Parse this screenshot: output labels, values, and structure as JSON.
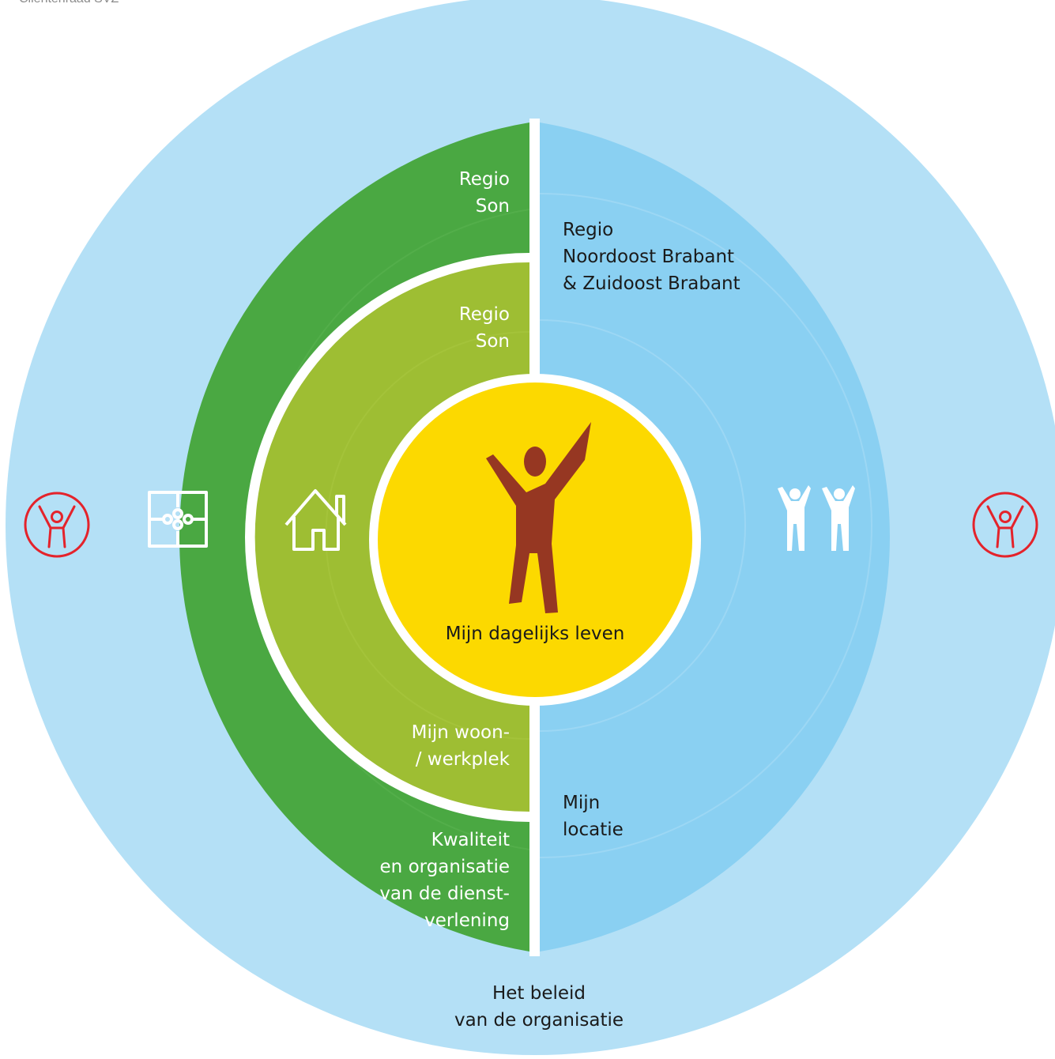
{
  "header": {
    "text": "Cliëntenraad SVZ"
  },
  "colors": {
    "outer_ring": "#b4e0f6",
    "left_outer": "#4aa842",
    "left_inner": "#9ebe33",
    "right_half": "#8ad0f2",
    "center": "#fcd900",
    "center_figure": "#963722",
    "logo_red": "#e4232b",
    "separator": "#ffffff"
  },
  "labels": {
    "left_outer_top": [
      "Regio",
      "Son"
    ],
    "left_inner_top": [
      "Regio",
      "Son"
    ],
    "right_top": [
      "Regio",
      "Noordoost Brabant",
      "& Zuidoost Brabant"
    ],
    "center": "Mijn dagelijks leven",
    "left_inner_bottom": [
      "Mijn woon-",
      "/ werkplek"
    ],
    "right_bottom": [
      "Mijn",
      "locatie"
    ],
    "left_outer_bottom": [
      "Kwaliteit",
      "en organisatie",
      "van de dienst-",
      "verlening"
    ],
    "outer_bottom": [
      "Het beleid",
      "van de organisatie"
    ]
  },
  "icons": {
    "left_logo": "person-circle-logo-icon",
    "right_logo": "person-circle-logo-icon",
    "puzzle": "puzzle-icon",
    "house": "house-icon",
    "two_people": "two-people-icon",
    "center_person": "person-arms-raised-icon"
  }
}
